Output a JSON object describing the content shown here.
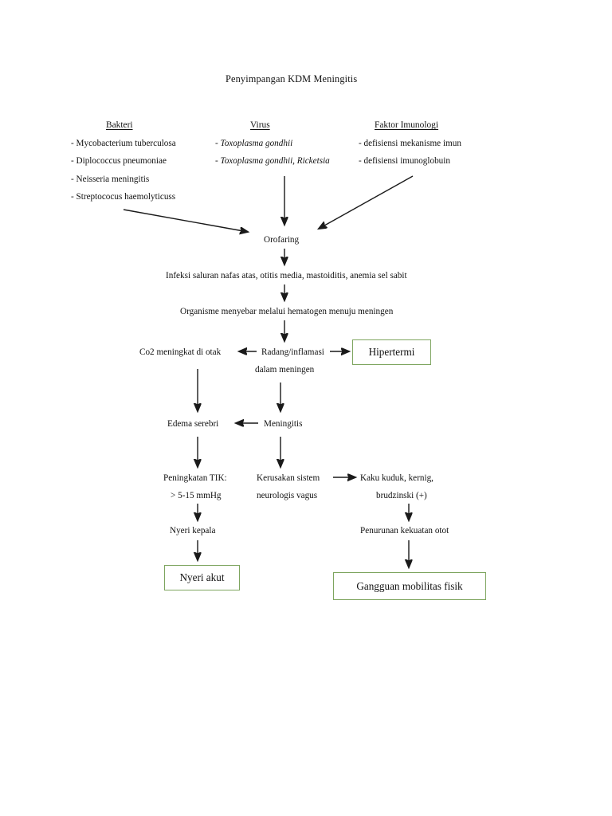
{
  "document": {
    "title": "Penyimpangan KDM Meningitis"
  },
  "columns": [
    {
      "id": "bakteri",
      "heading": "Bakteri",
      "items": [
        "- Mycobacterium tuberculosa",
        "- Diplococcus pneumoniae",
        "- Neisseria meningitis",
        "- Streptococus haemolyticuss"
      ]
    },
    {
      "id": "virus",
      "heading": "Virus",
      "items": [
        "- Toxoplasma gondhii",
        "- Toxoplasma gondhii,  Ricketsia"
      ]
    },
    {
      "id": "faktor-imunologi",
      "heading": "Faktor Imunologi",
      "items": [
        "- defisiensi mekanisme imun",
        "- defisiensi imunoglobuin"
      ]
    }
  ],
  "flow": {
    "orofaring": "Orofaring",
    "infeksi": "Infeksi saluran nafas atas, otitis media, mastoiditis, anemia sel sabit",
    "organisme": "Organisme menyebar melalui hematogen menuju meningen",
    "co2": "Co2 meningkat di otak",
    "radang_line1": "Radang/inflamasi",
    "radang_line2": "dalam meningen",
    "hipertermi": "Hipertermi",
    "edema": "Edema serebri",
    "meningitis": "Meningitis",
    "tik_line1": "Peningkatan TIK:",
    "tik_line2": "> 5-15 mmHg",
    "kerusakan_line1": "Kerusakan sistem",
    "kerusakan_line2": "neurologis vagus",
    "kaku_line1": "Kaku kuduk, kernig,",
    "kaku_line2": "brudzinski (+)",
    "nyeri_kepala": "Nyeri kepala",
    "penurunan": "Penurunan kekuatan otot",
    "nyeri_akut": "Nyeri akut",
    "gangguan": "Gangguan mobilitas fisik"
  },
  "style": {
    "diagnosis_border_color": "#7ea55f",
    "text_color": "#111111",
    "arrow_color": "#1a1a1a",
    "page_background": "#ffffff"
  }
}
